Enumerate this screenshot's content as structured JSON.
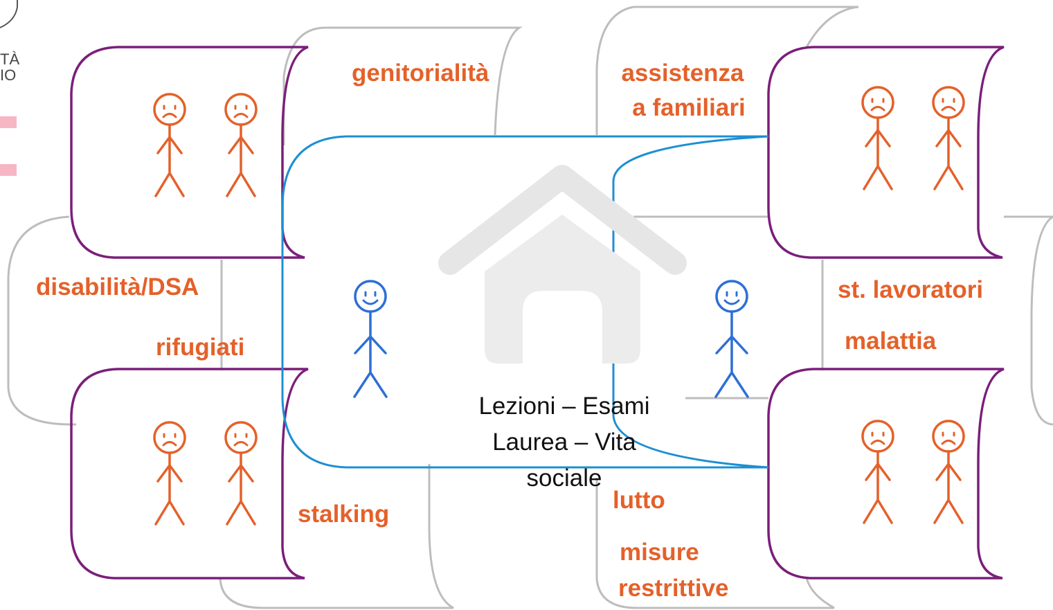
{
  "colors": {
    "orange": "#e4612a",
    "purple": "#7a1f7a",
    "blue": "#1c8fd3",
    "gray_frame": "#bdbdbd",
    "house": "#ececec",
    "logo_bar": "#f7b6c4"
  },
  "logo": {
    "line1": "TÀ",
    "line2": "IO"
  },
  "labels": {
    "genitorialita": "genitorialità",
    "assistenza": "assistenza",
    "a_familiari": "a familiari",
    "disabilita": "disabilità/DSA",
    "rifugiati": "rifugiati",
    "st_lavoratori": "st. lavoratori",
    "malattia": "malattia",
    "stalking": "stalking",
    "lutto": "lutto",
    "misure": "misure",
    "restrittive": "restrittive"
  },
  "center": {
    "line1": "Lezioni – Esami",
    "line2": "Laurea – Vita",
    "line3": "sociale",
    "icon": "house-icon"
  },
  "figures": {
    "sad_icon": "sad-stick-figure-icon",
    "happy_icon": "happy-stick-figure-icon"
  }
}
